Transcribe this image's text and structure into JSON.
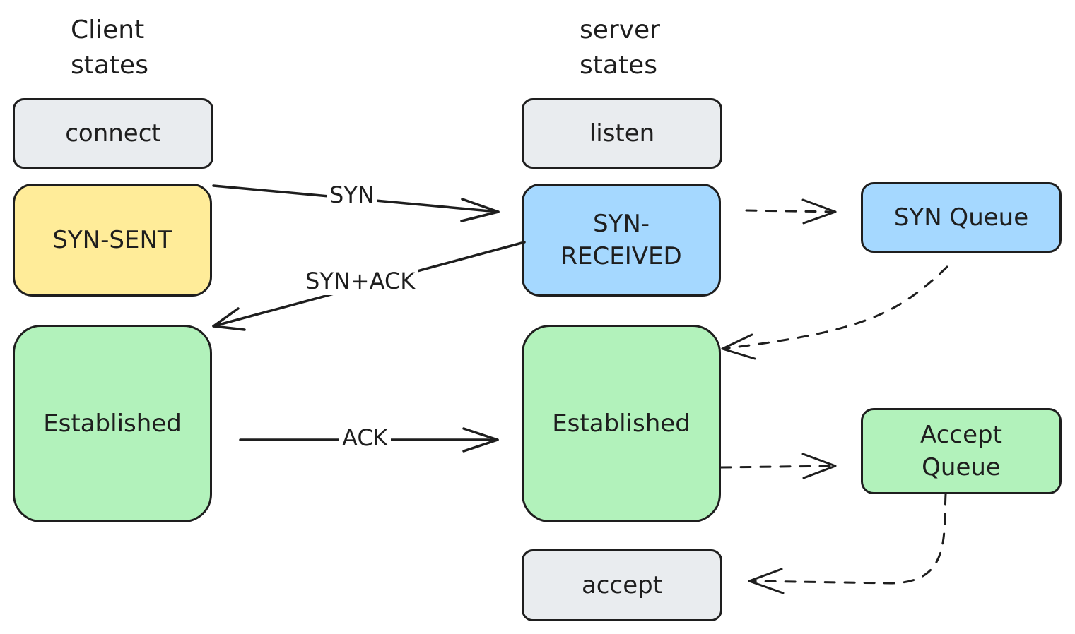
{
  "headings": {
    "client": "Client\nstates",
    "server": "server\nstates"
  },
  "client_states": {
    "connect": "connect",
    "syn_sent": "SYN-SENT",
    "established": "Established"
  },
  "server_states": {
    "listen": "listen",
    "syn_received_line1": "SYN-",
    "syn_received_line2": "RECEIVED",
    "established": "Established",
    "accept": "accept"
  },
  "queues": {
    "syn_queue": "SYN Queue",
    "accept_queue_line1": "Accept",
    "accept_queue_line2": "Queue"
  },
  "messages": {
    "syn": "SYN",
    "syn_ack": "SYN+ACK",
    "ack": "ACK"
  },
  "colors": {
    "neutral": "#e9ecef",
    "syn_sent": "#ffec99",
    "syn": "#a5d8ff",
    "established": "#b2f2bb",
    "stroke": "#1e1e1e"
  }
}
